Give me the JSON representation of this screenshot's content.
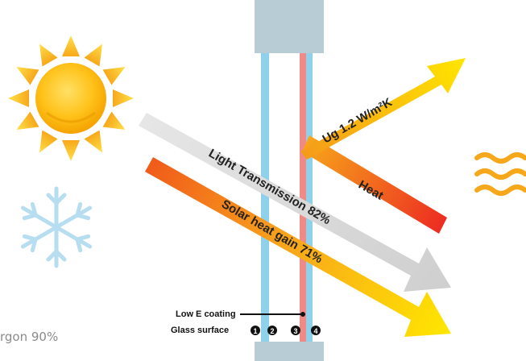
{
  "diagram": {
    "argon_label": "rgon 90%",
    "ug_label": "Ug 1.2 W/m²K",
    "heat_label": "Heat",
    "light_label": "Light Transmission 82%",
    "solar_label": "Solar heat gain 71%",
    "low_e_label": "Low E coating",
    "glass_surface_label": "Glass surface",
    "surface_numbers": [
      "1",
      "2",
      "3",
      "4"
    ]
  },
  "icons": {
    "sun": "sun-icon",
    "snowflake": "snowflake-icon",
    "heat_waves": "heat-waves-icon"
  },
  "colors": {
    "frame": "#b8ccd6",
    "glass_blue": "#8fd0ea",
    "low_e_red": "#f08a86",
    "light_arrow": "#dcdcdc",
    "sun_yellow": "#ffc21a",
    "heat_orange": "#f7a81a",
    "heat_red": "#ec2a22",
    "snow_blue": "#b6def0"
  }
}
